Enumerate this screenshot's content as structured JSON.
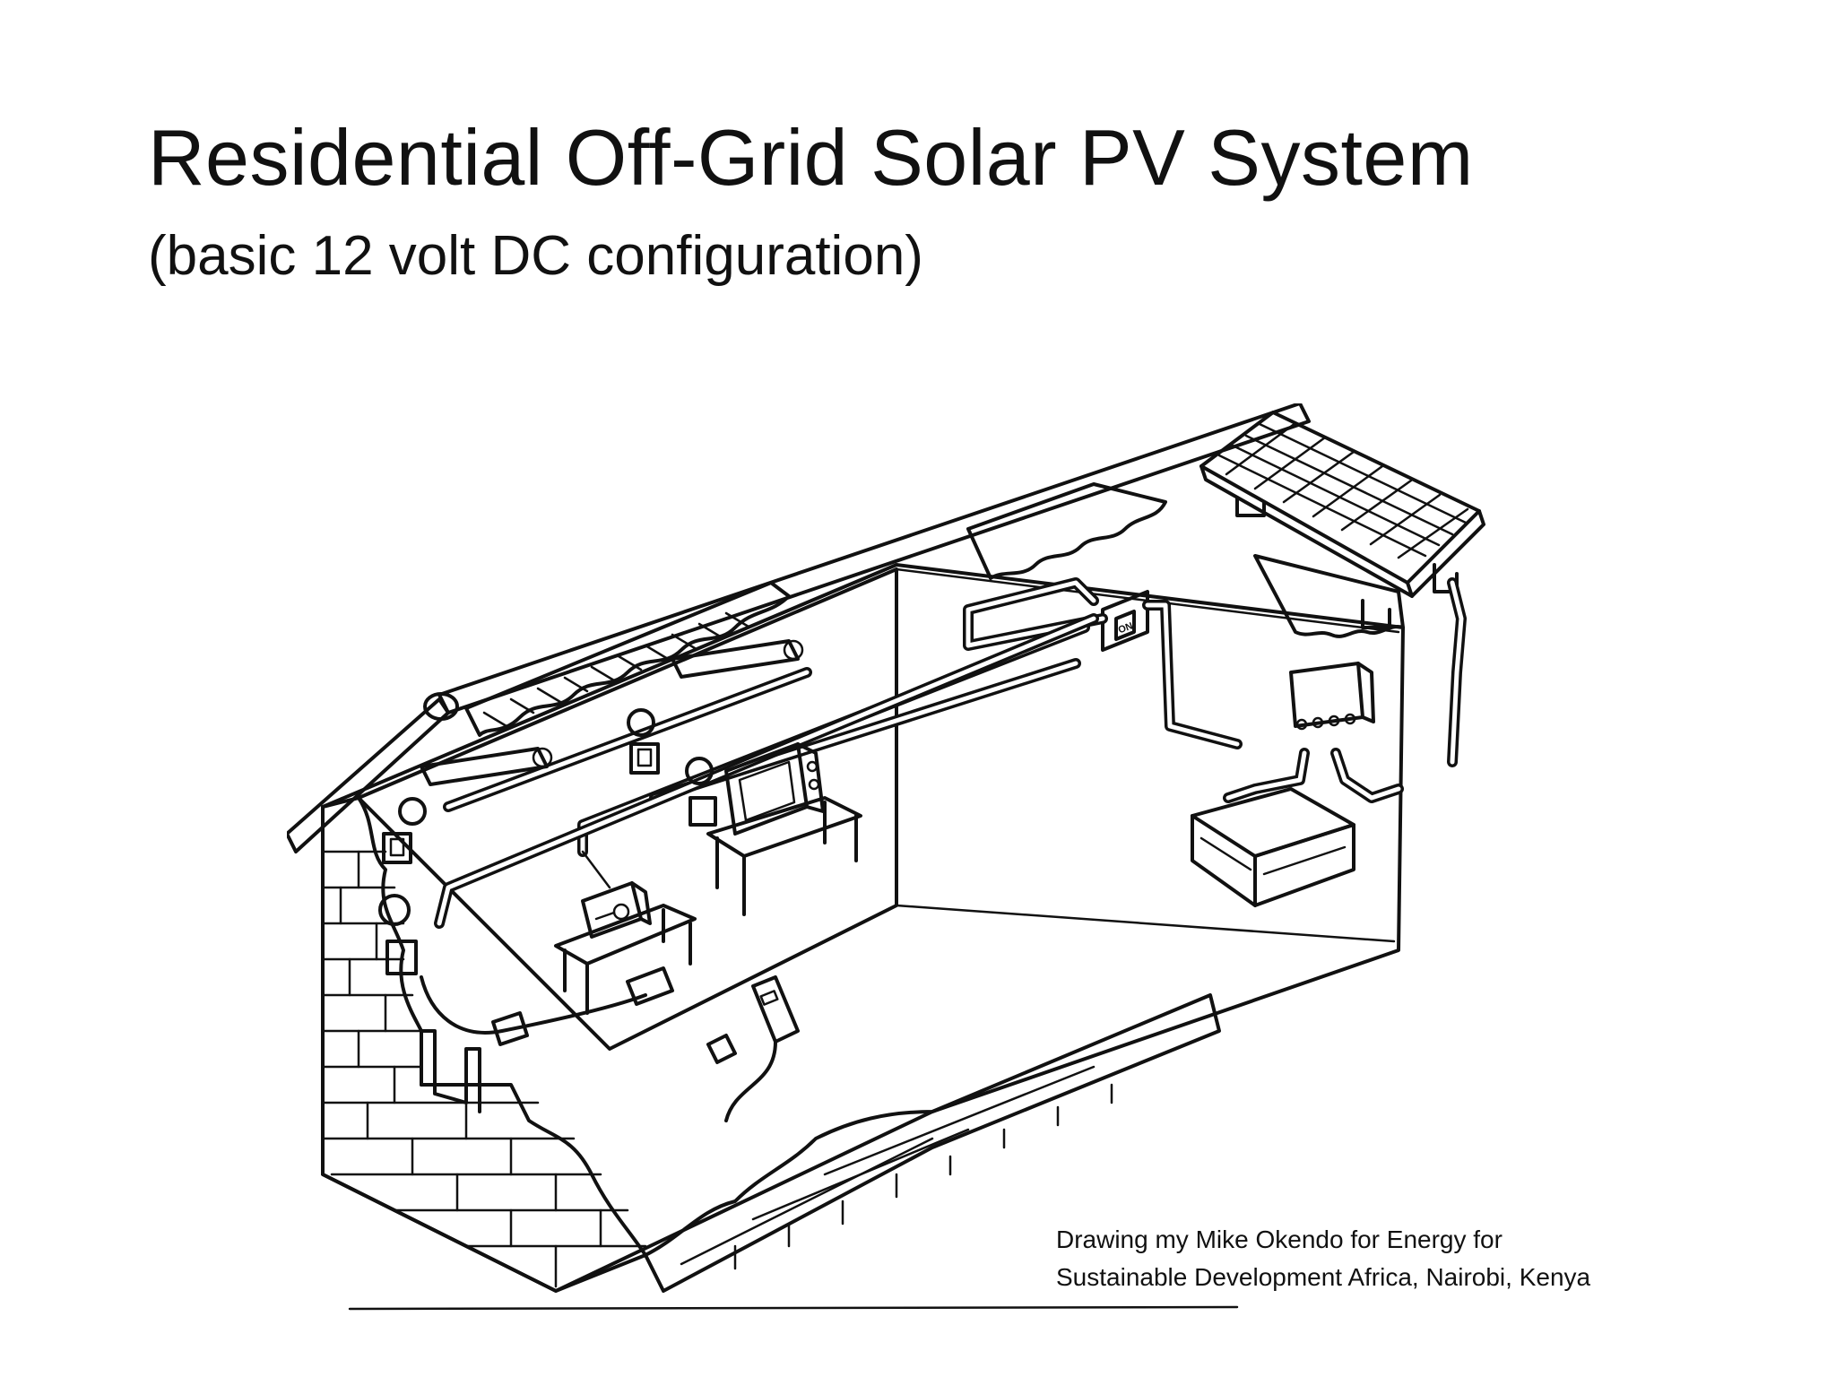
{
  "slide": {
    "title": "Residential Off-Grid Solar PV System",
    "subtitle": "(basic 12 volt DC configuration)"
  },
  "illustration": {
    "switch_label": "ON",
    "elements": [
      "solar-panel",
      "corrugated-roof",
      "brick-wall",
      "charge-controller",
      "battery",
      "fluorescent-lamp",
      "light-switch",
      "television",
      "radio",
      "mobile-phone",
      "socket"
    ]
  },
  "credit": {
    "line1": "Drawing my Mike Okendo for Energy for",
    "line2": "Sustainable Development Africa, Nairobi, Kenya"
  }
}
